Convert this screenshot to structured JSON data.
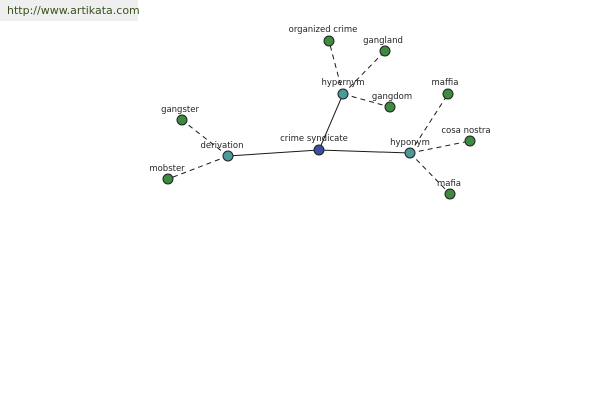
{
  "banner": {
    "url_text": "http://www.artikata.com"
  },
  "colors": {
    "root": "#3b4f9e",
    "relation": "#4a9a9a",
    "leaf": "#3e8a3e",
    "banner_bg": "#efefef",
    "banner_text": "#39521e"
  },
  "graph": {
    "root": {
      "label": "crime syndicate"
    },
    "relations": [
      {
        "label": "hypernym",
        "leaves": [
          "organized crime",
          "gangland",
          "gangdom"
        ]
      },
      {
        "label": "derivation",
        "leaves": [
          "gangster",
          "mobster"
        ]
      },
      {
        "label": "hyponym",
        "leaves": [
          "maffia",
          "cosa nostra",
          "mafia"
        ]
      }
    ]
  }
}
